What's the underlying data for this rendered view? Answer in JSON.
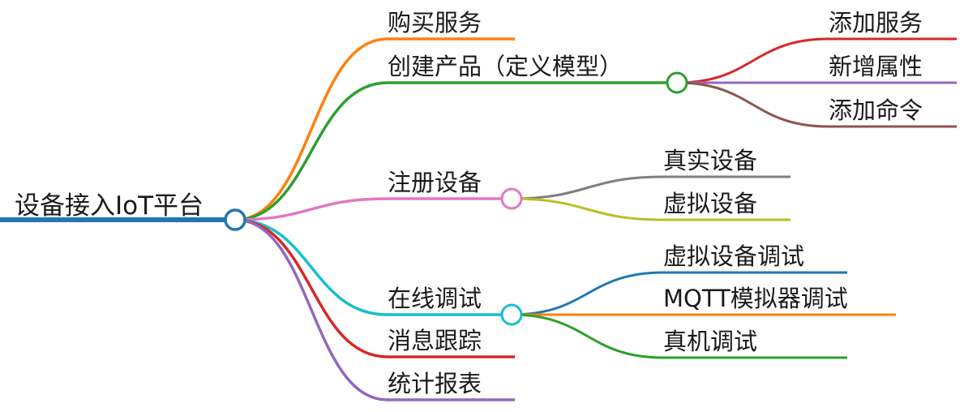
{
  "root": {
    "label": "设备接入IoT平台",
    "color": "#1f77b4"
  },
  "branches": [
    {
      "label": "购买服务",
      "color": "#ff7f0e",
      "children": []
    },
    {
      "label": "创建产品（定义模型）",
      "color": "#2ca02c",
      "children": [
        {
          "label": "添加服务",
          "color": "#d62728"
        },
        {
          "label": "新增属性",
          "color": "#9467bd"
        },
        {
          "label": "添加命令",
          "color": "#8c564b"
        }
      ]
    },
    {
      "label": "注册设备",
      "color": "#e377c2",
      "children": [
        {
          "label": "真实设备",
          "color": "#7f7f7f"
        },
        {
          "label": "虚拟设备",
          "color": "#bcbd22"
        }
      ]
    },
    {
      "label": "在线调试",
      "color": "#17becf",
      "children": [
        {
          "label": "虚拟设备调试",
          "color": "#1f77b4"
        },
        {
          "label": "MQTT模拟器调试",
          "color": "#ff7f0e"
        },
        {
          "label": "真机调试",
          "color": "#2ca02c"
        }
      ]
    },
    {
      "label": "消息跟踪",
      "color": "#d62728",
      "children": []
    },
    {
      "label": "统计报表",
      "color": "#9467bd",
      "children": []
    }
  ]
}
